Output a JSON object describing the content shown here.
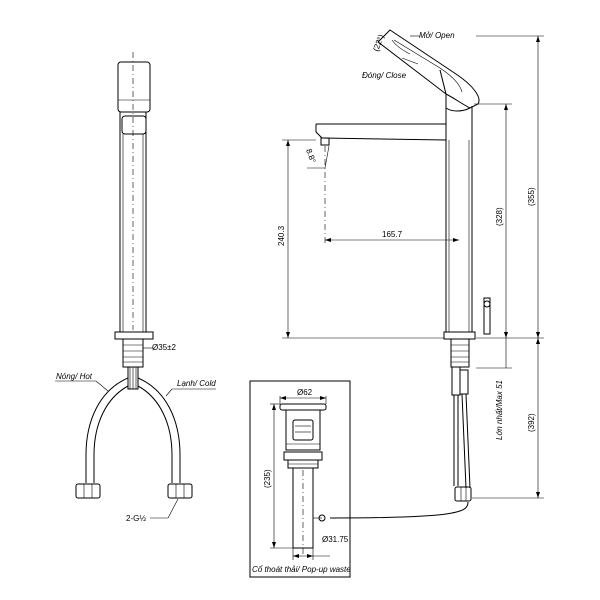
{
  "labels": {
    "angle_open": "(22°)",
    "open": "Mở/ Open",
    "close": "Đóng/ Close",
    "angle_spout": "8.8°",
    "dim_240": "240.3",
    "dim_165": "165.7",
    "dim_328": "(328)",
    "dim_355": "(355)",
    "dim_392": "(392)",
    "max51": "Lớn nhất/Max 51",
    "dia_35": "Ø35±2",
    "hot": "Nóng/ Hot",
    "cold": "Lạnh/ Cold",
    "thread": "2-G½",
    "dia_62": "Ø62",
    "dim_235": "(235)",
    "dia_3175": "Ø31.75",
    "popup": "Cổ thoát thải/ Pop-up waste"
  }
}
